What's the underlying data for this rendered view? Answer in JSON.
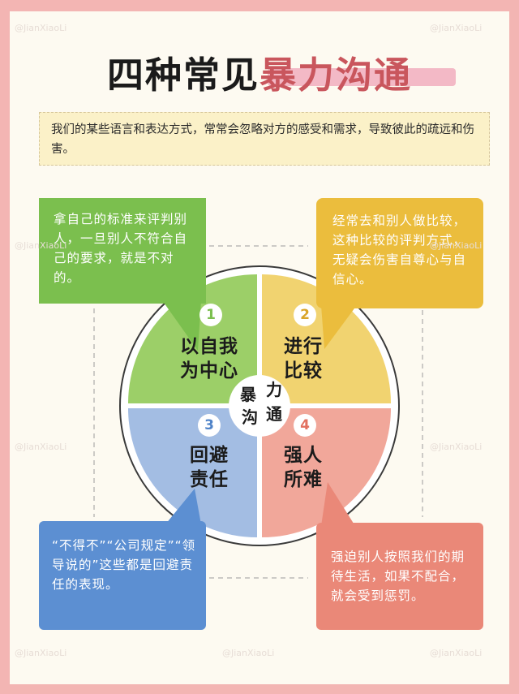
{
  "watermark": "@JianXiaoLi",
  "title": {
    "part1": "四种常见",
    "part2": "暴力沟通"
  },
  "intro": "我们的某些语言和表达方式，常常会忽略对方的感受和需求，导致彼此的疏远和伤害。",
  "center": {
    "c1": "暴",
    "c2": "力",
    "c3": "沟",
    "c4": "通"
  },
  "quadrants": [
    {
      "number": "1",
      "line1": "以自我",
      "line2": "为中心",
      "desc": "拿自己的标准来评判别人，一旦别人不符合自己的要求，就是不对的。",
      "color": "#9ccf68"
    },
    {
      "number": "2",
      "line1": "进行",
      "line2": "比较",
      "desc": "经常去和别人做比较，这种比较的评判方式，无疑会伤害自尊心与自信心。",
      "color": "#f1d370"
    },
    {
      "number": "3",
      "line1": "回避",
      "line2": "责任",
      "desc": "“不得不”“公司规定”“领导说的”这些都是回避责任的表现。",
      "color": "#a3bde3"
    },
    {
      "number": "4",
      "line1": "强人",
      "line2": "所难",
      "desc": "强迫别人按照我们的期待生活，如果不配合，就会受到惩罚。",
      "color": "#f1a79a"
    }
  ],
  "colors": {
    "green_box": "#7bbf4e",
    "yellow_box": "#ebbd3d",
    "blue_box": "#5c8fd2",
    "red_box": "#ea8878",
    "title_accent": "#c9565d"
  }
}
